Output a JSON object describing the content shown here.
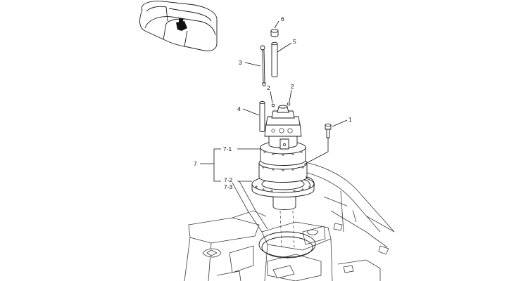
{
  "diagram": {
    "callouts": [
      {
        "id": "c1",
        "text": "1"
      },
      {
        "id": "c2a",
        "text": "2"
      },
      {
        "id": "c2b",
        "text": "2"
      },
      {
        "id": "c3",
        "text": "3"
      },
      {
        "id": "c4",
        "text": "4"
      },
      {
        "id": "c5",
        "text": "5"
      },
      {
        "id": "c6",
        "text": "6"
      },
      {
        "id": "c7",
        "text": "7"
      },
      {
        "id": "c71",
        "text": "7-1"
      },
      {
        "id": "c72",
        "text": "7-2"
      },
      {
        "id": "c73",
        "text": "7-3"
      }
    ]
  }
}
